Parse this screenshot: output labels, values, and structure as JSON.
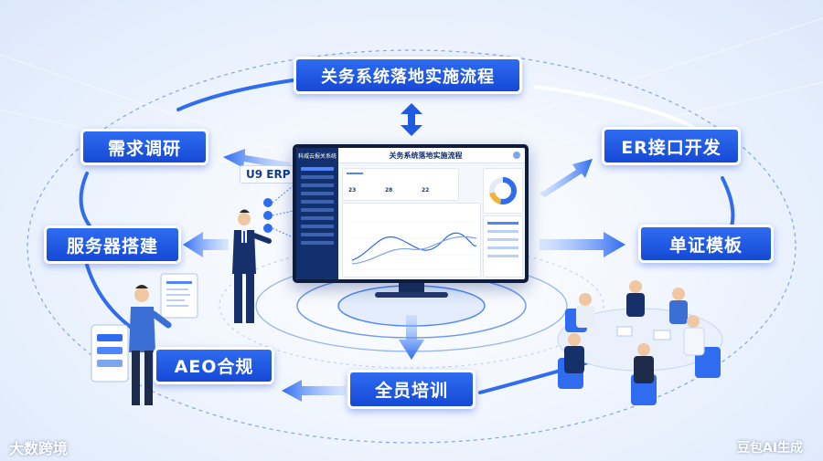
{
  "title": "关务系统落地实施流程",
  "steps": {
    "requirements": "需求调研",
    "server_setup": "服务器搭建",
    "aeo": "AEO合规",
    "training": "全员培训",
    "documents": "单证模板",
    "er_interface": "ER接口开发"
  },
  "system_label": "U9 ERP",
  "screen": {
    "logo_text": "科威云报关系统",
    "title": "关务系统落地实施流程",
    "kpis": [
      "23",
      "28",
      "22"
    ]
  },
  "watermarks": {
    "left": "大数跨境",
    "right": "豆包AI生成"
  },
  "colors": {
    "primary": "#1549d6",
    "accent": "#2f6cf0",
    "dark": "#13306e"
  }
}
